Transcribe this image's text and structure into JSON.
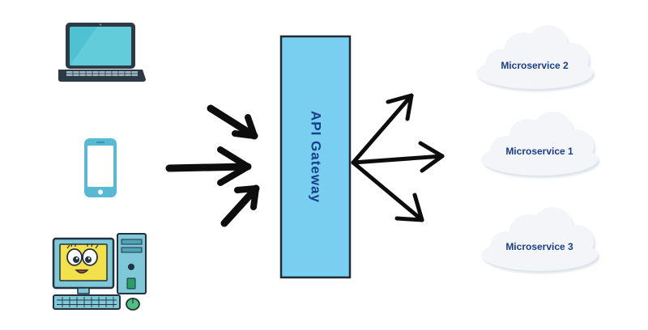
{
  "gateway": {
    "label": "API Gateway"
  },
  "microservices": [
    {
      "label": "Microservice 2"
    },
    {
      "label": "Microservice 1"
    },
    {
      "label": "Microservice 3"
    }
  ],
  "icons": {
    "clients": [
      "laptop-icon",
      "smartphone-icon",
      "desktop-computer-icon"
    ],
    "services": [
      "cloud-icon",
      "cloud-icon",
      "cloud-icon"
    ]
  },
  "colors": {
    "gateway_fill": "#79cfef",
    "gateway_border": "#1f2a33",
    "gateway_text": "#163e8c",
    "cloud_fill": "#f3f5f8",
    "cloud_shadow": "#dde3ea",
    "ms_text": "#1a3f8a",
    "arrow": "#0d0d0d",
    "laptop_screen": "#4ec1d3",
    "laptop_body": "#2c3a45",
    "phone_body": "#57b9d4",
    "desktop_screen": "#f2e14a",
    "desktop_body": "#7fc8d8",
    "desktop_outline": "#233140",
    "mouse": "#4ebf7c"
  }
}
